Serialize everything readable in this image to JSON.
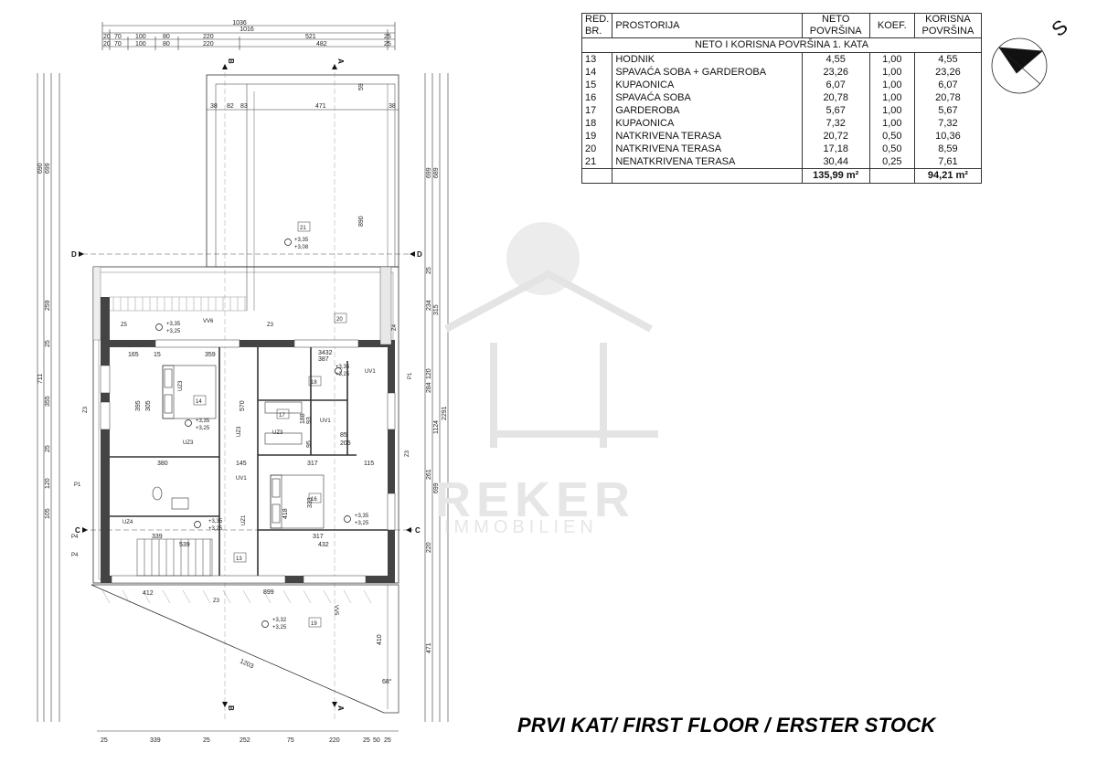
{
  "table": {
    "caption": "NETO I KORISNA POVRŠINA 1. KATA",
    "headers": {
      "red_br": [
        "RED.",
        "BR."
      ],
      "prostorija": "PROSTORIJA",
      "neto": [
        "NETO",
        "POVRŠINA"
      ],
      "koef": "KOEF.",
      "korisna": [
        "KORISNA",
        "POVRŠINA"
      ]
    },
    "rows": [
      {
        "nr": "13",
        "name": "HODNIK",
        "neto": "4,55",
        "koef": "1,00",
        "korisna": "4,55"
      },
      {
        "nr": "14",
        "name": "SPAVAĆA SOBA + GARDEROBA",
        "neto": "23,26",
        "koef": "1,00",
        "korisna": "23,26"
      },
      {
        "nr": "15",
        "name": "KUPAONICA",
        "neto": "6,07",
        "koef": "1,00",
        "korisna": "6,07"
      },
      {
        "nr": "16",
        "name": "SPAVAĆA SOBA",
        "neto": "20,78",
        "koef": "1,00",
        "korisna": "20,78"
      },
      {
        "nr": "17",
        "name": "GARDEROBA",
        "neto": "5,67",
        "koef": "1,00",
        "korisna": "5,67"
      },
      {
        "nr": "18",
        "name": "KUPAONICA",
        "neto": "7,32",
        "koef": "1,00",
        "korisna": "7,32"
      },
      {
        "nr": "19",
        "name": "NATKRIVENA TERASA",
        "neto": "20,72",
        "koef": "0,50",
        "korisna": "10,36"
      },
      {
        "nr": "20",
        "name": "NATKRIVENA TERASA",
        "neto": "17,18",
        "koef": "0,50",
        "korisna": "8,59"
      },
      {
        "nr": "21",
        "name": "NENATKRIVENA TERASA",
        "neto": "30,44",
        "koef": "0,25",
        "korisna": "7,61"
      }
    ],
    "total_neto": "135,99 m²",
    "total_korisna": "94,21 m²"
  },
  "floor_title": "PRVI KAT/ FIRST FLOOR / ERSTER STOCK",
  "compass": {
    "icon": "north-arrow-icon",
    "letter": "S"
  },
  "watermark": {
    "brand": "REKER",
    "sub": "IMMOBILIEN"
  },
  "sections": {
    "a": "A",
    "b": "B",
    "c": "C",
    "d": "D"
  },
  "dims": {
    "top_total": "1036",
    "top_inner": "1016",
    "top_row3": [
      "20",
      "70",
      "100",
      "80",
      "220",
      "521",
      "25"
    ],
    "top_row4": [
      "20",
      "70",
      "100",
      "80",
      "220",
      "482",
      "25"
    ],
    "terrace_row": [
      "38",
      "82",
      "83",
      "471",
      "38"
    ],
    "terrace_depth": "890",
    "terrace_top": "59",
    "left_vert": [
      "711",
      "259",
      "25",
      "355",
      "25",
      "120",
      "105"
    ],
    "left_far": [
      "690",
      "699"
    ],
    "right_vert": [
      "2291",
      "1124",
      "699",
      "234",
      "315",
      "284",
      "120",
      "261",
      "220",
      "25"
    ],
    "right_far": [
      "699",
      "689",
      "471"
    ],
    "bottom_row": [
      "25",
      "339",
      "25",
      "252",
      "75",
      "220",
      "25",
      "50",
      "25"
    ],
    "diagonal": "1203",
    "angle": "68°",
    "bottom_terrace": "410",
    "corridor": "899",
    "plan_inner": [
      "165",
      "359",
      "15",
      "387",
      "3432",
      "380",
      "145",
      "317",
      "115",
      "339",
      "539",
      "432",
      "317",
      "412",
      "570",
      "418",
      "333",
      "395",
      "305",
      "188",
      "93",
      "95",
      "85",
      "205"
    ]
  },
  "rooms": {
    "r13": "13",
    "r14": "14",
    "r15": "15",
    "r16": "16",
    "r17": "17",
    "r18": "18",
    "r19": "19",
    "r20": "20",
    "r21": "21"
  },
  "levels": {
    "l21": [
      "+3,35",
      "+3,08"
    ],
    "lz5": [
      "+3,35",
      "+3,25"
    ],
    "l18": [
      "+3,35",
      "+3,25"
    ],
    "l14": [
      "+3,35",
      "+3,25"
    ],
    "l16": [
      "+3,35",
      "+3,25"
    ],
    "l15": [
      "+3,35",
      "+3,25"
    ],
    "l19": [
      "+3,32",
      "+3,25"
    ]
  },
  "tags": {
    "z5": "Z5",
    "vv6": "VV6",
    "z3a": "Z3",
    "z4": "Z4",
    "uz3a": "UZ3",
    "uz3b": "UZ3",
    "uz3c": "UZ3",
    "uz3d": "UZ3",
    "uv1a": "UV1",
    "uv1b": "UV1",
    "uv1c": "UV1",
    "uz1": "UZ1",
    "uz4": "UZ4",
    "p1a": "P1",
    "p1b": "P1",
    "p4a": "P4",
    "p4b": "P4",
    "z3b": "Z3",
    "z3c": "Z3",
    "z3d": "Z3",
    "vv5": "VV5"
  }
}
